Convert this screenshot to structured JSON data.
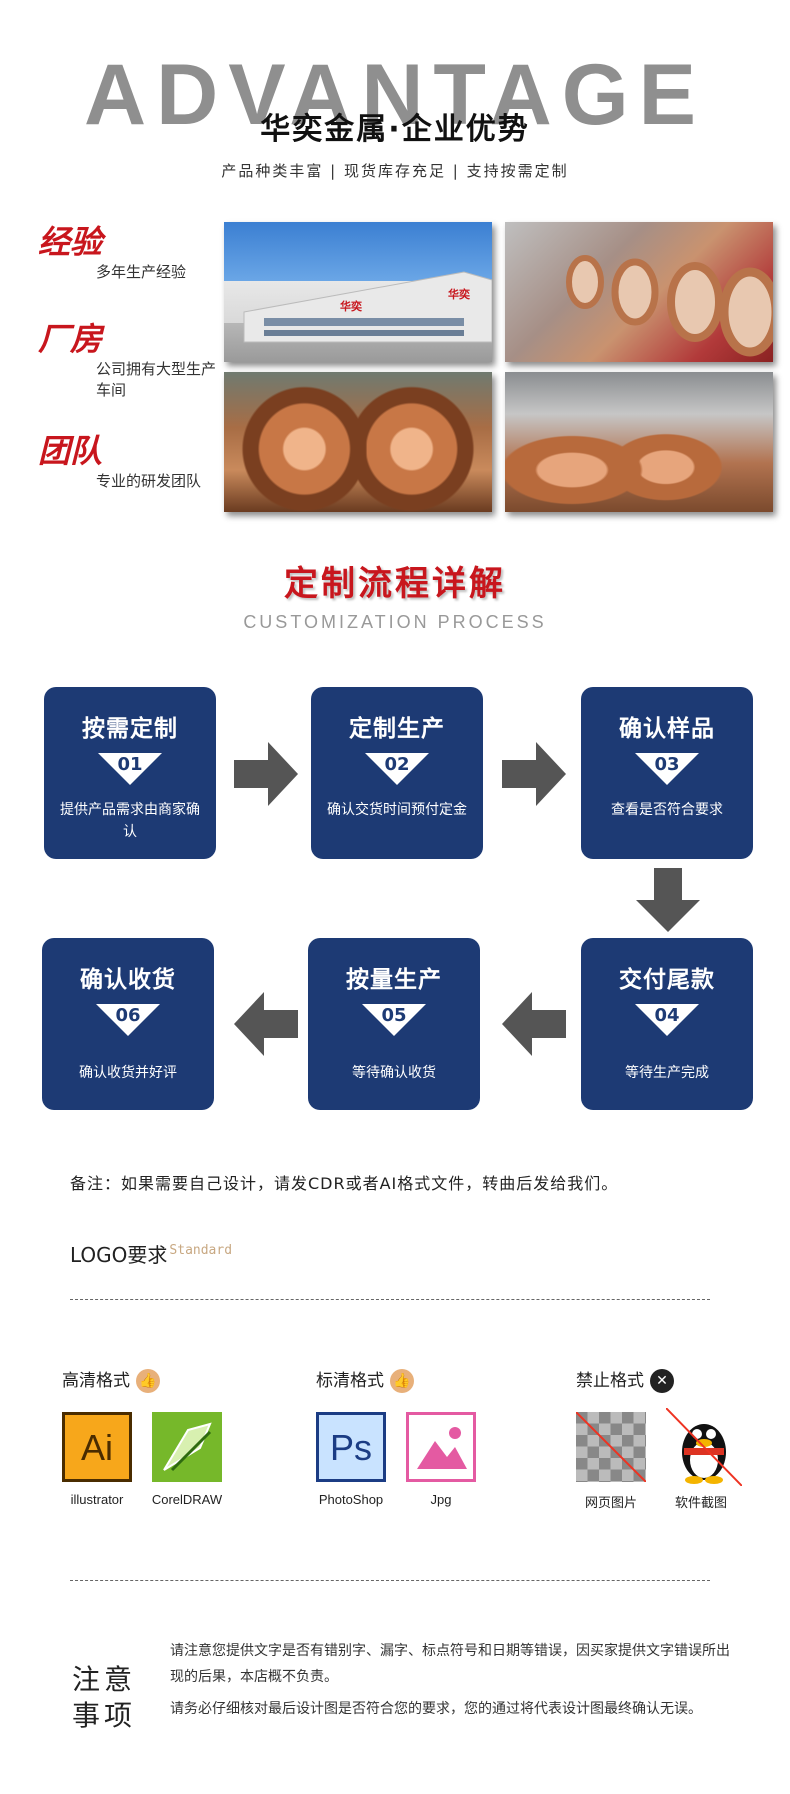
{
  "header": {
    "big_title": "ADVANTAGE",
    "company": "华奕金属·企业优势",
    "tagline": "产品种类丰富  |  现货库存充足  |  支持按需定制"
  },
  "advantages": [
    {
      "title": "经验",
      "desc": "多年生产经验"
    },
    {
      "title": "厂房",
      "desc": "公司拥有大型生产车间"
    },
    {
      "title": "团队",
      "desc": "专业的研发团队"
    }
  ],
  "photos": {
    "building_sign_1": "华奕",
    "building_sign_2": "华奕"
  },
  "process": {
    "title": "定制流程详解",
    "subtitle": "CUSTOMIZATION PROCESS",
    "steps": [
      {
        "title": "按需定制",
        "num": "01",
        "desc": "提供产品需求由商家确认"
      },
      {
        "title": "定制生产",
        "num": "02",
        "desc": "确认交货时间预付定金"
      },
      {
        "title": "确认样品",
        "num": "03",
        "desc": "查看是否符合要求"
      },
      {
        "title": "交付尾款",
        "num": "04",
        "desc": "等待生产完成"
      },
      {
        "title": "按量生产",
        "num": "05",
        "desc": "等待确认收货"
      },
      {
        "title": "确认收货",
        "num": "06",
        "desc": "确认收货并好评"
      }
    ]
  },
  "remark": "备注：如果需要自己设计，请发CDR或者AI格式文件，转曲后发给我们。",
  "logo_req": {
    "title": "LOGO要求",
    "standard": "Standard"
  },
  "formats": {
    "hd": {
      "label": "高清格式",
      "items": [
        "illustrator",
        "CorelDRAW"
      ],
      "icon_text": [
        "Ai",
        "Ps"
      ]
    },
    "sd": {
      "label": "标清格式",
      "items": [
        "PhotoShop",
        "Jpg"
      ]
    },
    "banned": {
      "label": "禁止格式",
      "items": [
        "网页图片",
        "软件截图"
      ]
    }
  },
  "notice": {
    "heading_1": "注意",
    "heading_2": "事项",
    "line_1": "请注意您提供文字是否有错别字、漏字、标点符号和日期等错误，因买家提供文字错误所出现的后果，本店概不负责。",
    "line_2": "请务必仔细核对最后设计图是否符合您的要求，您的通过将代表设计图最终确认无误。"
  },
  "colors": {
    "accent_red": "#c8161d",
    "navy": "#1d3a74",
    "arrow_gray": "#555555"
  }
}
